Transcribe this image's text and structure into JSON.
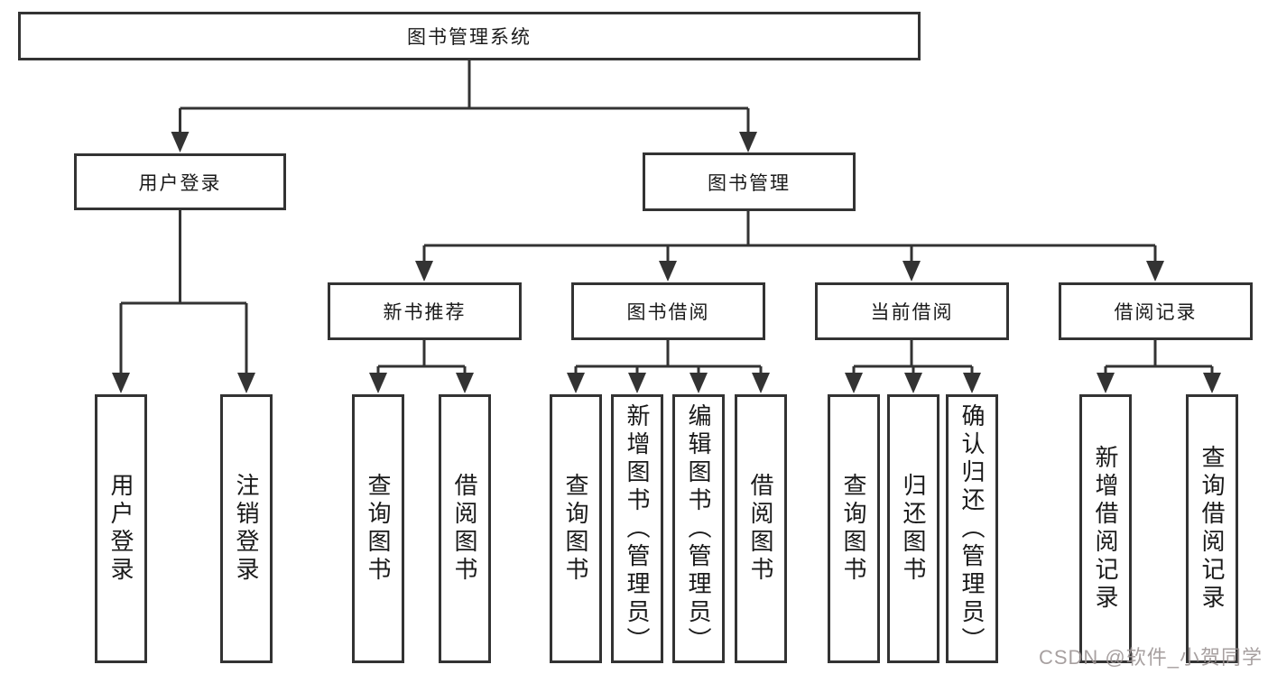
{
  "diagram": {
    "title": "图书管理系统",
    "watermark": "CSDN @软件_小贺同学",
    "colors": {
      "line": "#333333",
      "box_background": "#ffffff",
      "text": "#1a1a1a",
      "watermark": "#9c9494"
    },
    "root": {
      "label": "图书管理系统"
    },
    "branches": [
      {
        "label": "用户登录",
        "children": [
          {
            "label": "用户登录"
          },
          {
            "label": "注销登录"
          }
        ]
      },
      {
        "label": "图书管理",
        "children": [
          {
            "label": "新书推荐",
            "children": [
              {
                "label": "查询图书"
              },
              {
                "label": "借阅图书"
              }
            ]
          },
          {
            "label": "图书借阅",
            "children": [
              {
                "label": "查询图书"
              },
              {
                "label": "新增图书（管理员）"
              },
              {
                "label": "编辑图书（管理员）"
              },
              {
                "label": "借阅图书"
              }
            ]
          },
          {
            "label": "当前借阅",
            "children": [
              {
                "label": "查询图书"
              },
              {
                "label": "归还图书"
              },
              {
                "label": "确认归还（管理员）"
              }
            ]
          },
          {
            "label": "借阅记录",
            "children": [
              {
                "label": "新增借阅记录"
              },
              {
                "label": "查询借阅记录"
              }
            ]
          }
        ]
      }
    ]
  }
}
